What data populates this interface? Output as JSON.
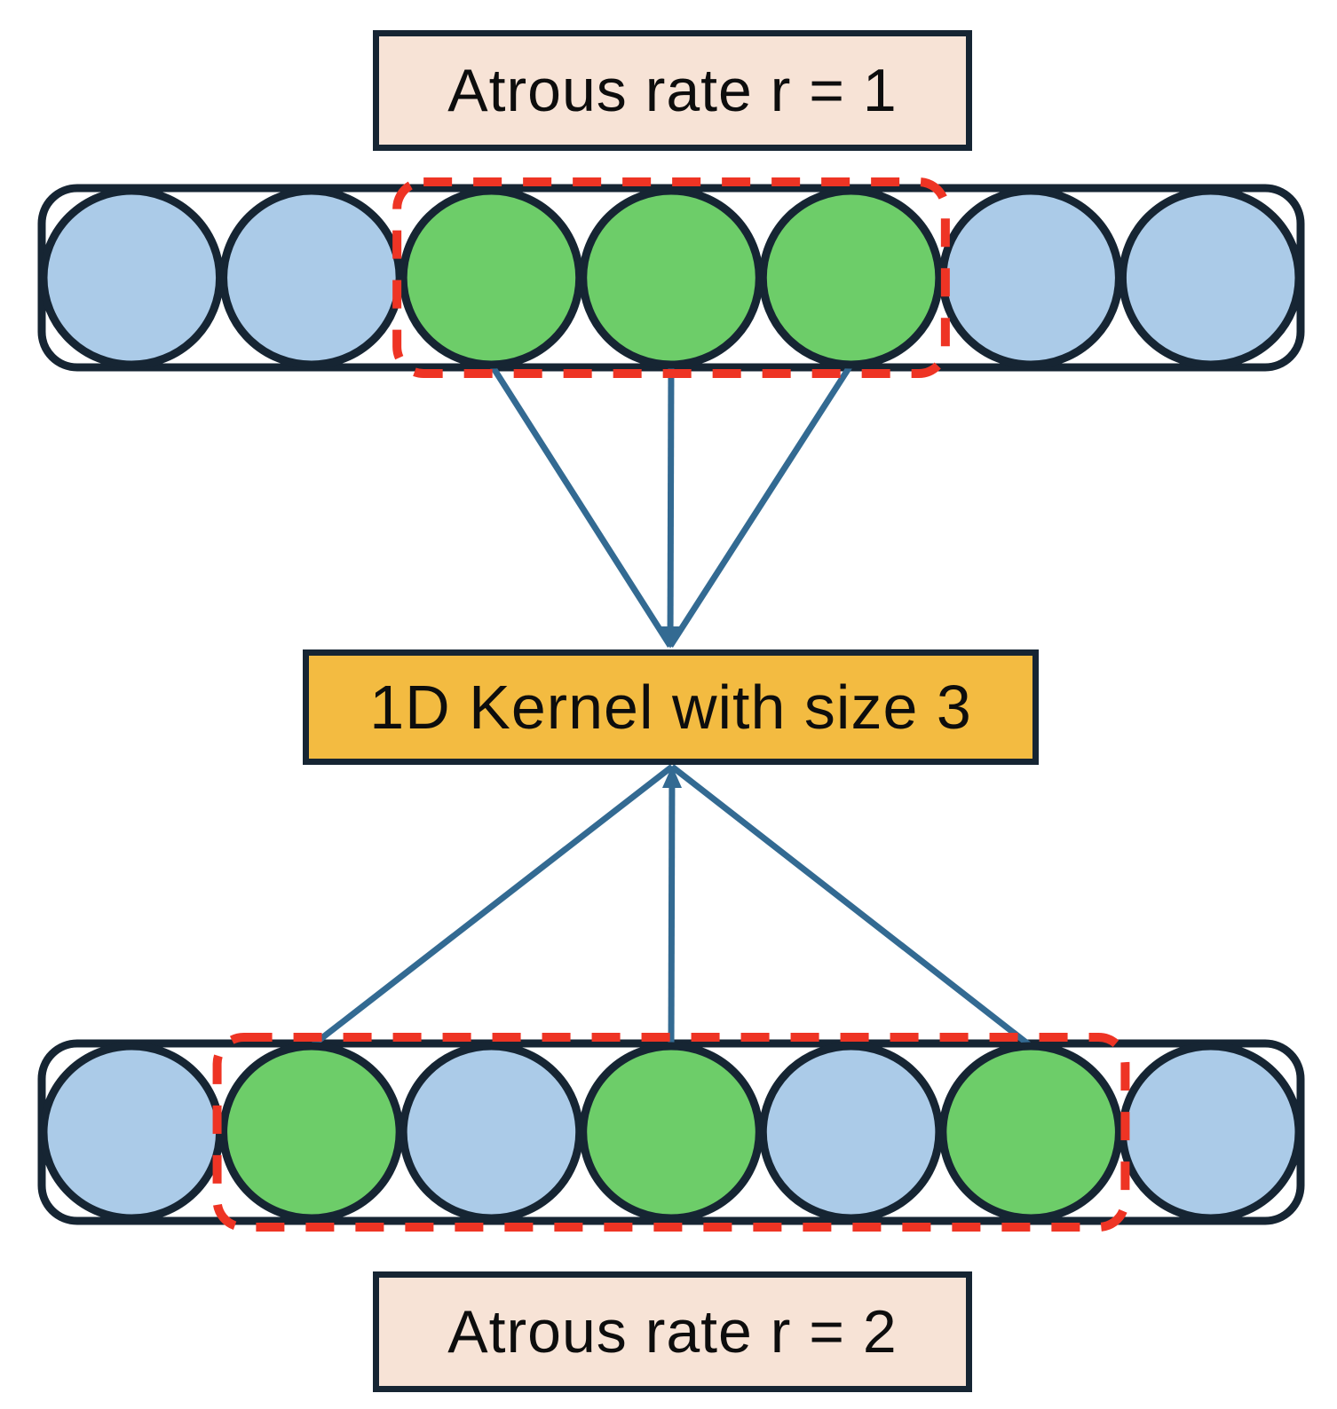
{
  "figure": {
    "top_annotation": "Atrous rate r = 1",
    "kernel_label": "1D Kernel with size 3",
    "bottom_annotation": "Atrous rate r = 2"
  },
  "rows": [
    {
      "name": "feature-row-rate-1",
      "cells": [
        "blue",
        "blue",
        "green",
        "green",
        "green",
        "blue",
        "blue"
      ],
      "kernel_window": {
        "start": 2,
        "end": 4
      }
    },
    {
      "name": "feature-row-rate-2",
      "cells": [
        "blue",
        "green",
        "blue",
        "green",
        "blue",
        "green",
        "blue"
      ],
      "kernel_window": {
        "start": 1,
        "end": 5
      }
    }
  ],
  "colors": {
    "node_blue": "#abcbe8",
    "node_green": "#6dcd69",
    "outline": "#162533",
    "kernel_window_red": "#ee3424",
    "kernel_box_fill": "#f3bb41",
    "annotation_fill": "#f7e3d6",
    "connector_blue": "#336a92"
  }
}
